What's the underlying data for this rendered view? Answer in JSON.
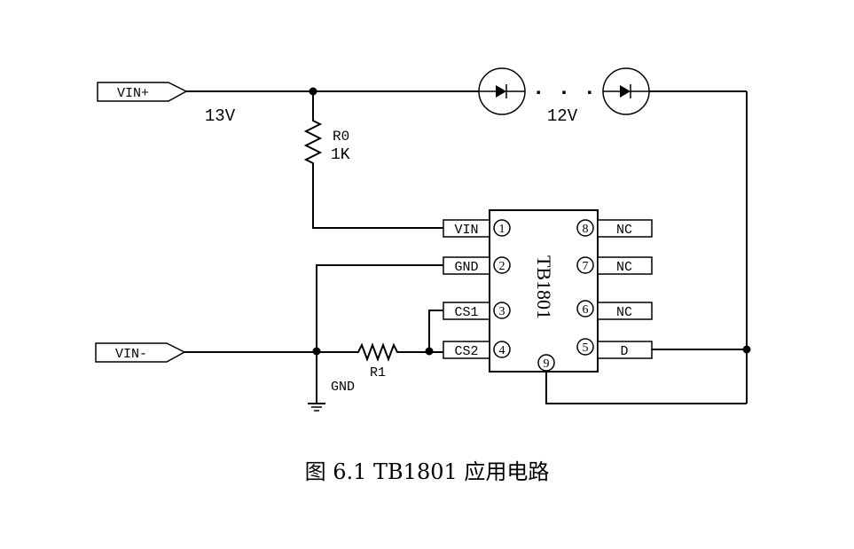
{
  "ports": {
    "vin_plus": "VIN+",
    "vin_minus": "VIN-"
  },
  "voltages": {
    "input": "13V",
    "led_string": "12V"
  },
  "r0": {
    "name": "R0",
    "value": "1K"
  },
  "r1": {
    "name": "R1"
  },
  "ground_label": "GND",
  "chip": {
    "name": "TB1801"
  },
  "pins": {
    "p1": {
      "num": "1",
      "label": "VIN"
    },
    "p2": {
      "num": "2",
      "label": "GND"
    },
    "p3": {
      "num": "3",
      "label": "CS1"
    },
    "p4": {
      "num": "4",
      "label": "CS2"
    },
    "p5": {
      "num": "5",
      "label": "D"
    },
    "p6": {
      "num": "6",
      "label": "NC"
    },
    "p7": {
      "num": "7",
      "label": "NC"
    },
    "p8": {
      "num": "8",
      "label": "NC"
    },
    "p9": {
      "num": "9"
    }
  },
  "led_dots": "· · ·",
  "caption": "图 6.1 TB1801 应用电路"
}
